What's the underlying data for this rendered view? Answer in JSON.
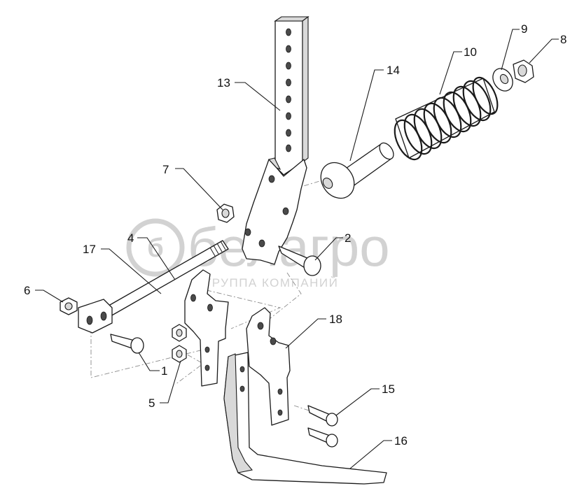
{
  "watermark": {
    "logo_text": "белагро",
    "tagline": "ГРУППА КОМПАНИЙ",
    "color": "#d2d2d2"
  },
  "callouts": {
    "c1": "1",
    "c2": "2",
    "c4": "4",
    "c5": "5",
    "c6": "6",
    "c7": "7",
    "c8": "8",
    "c9": "9",
    "c10": "10",
    "c13": "13",
    "c14": "14",
    "c15": "15",
    "c16": "16",
    "c17": "17",
    "c18": "18"
  },
  "colors": {
    "line": "#1a1a1a",
    "background": "#ffffff",
    "construction": "#8a8a8a"
  }
}
